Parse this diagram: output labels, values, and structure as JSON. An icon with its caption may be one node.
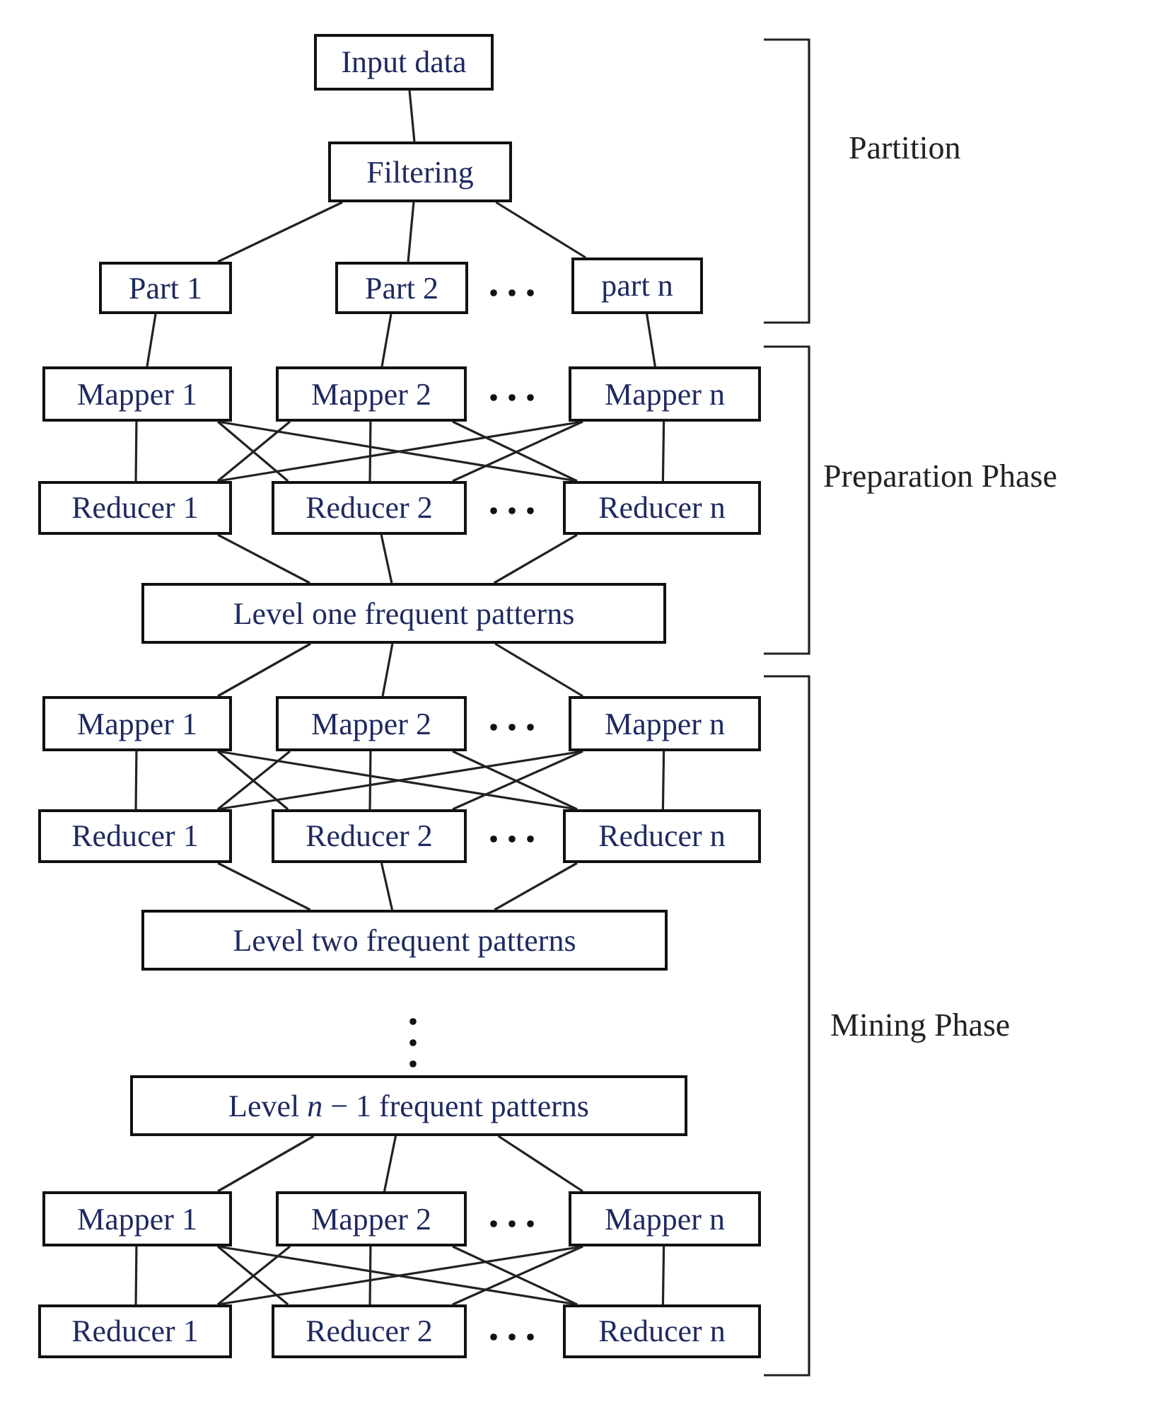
{
  "diagram": {
    "nodes": [
      {
        "text": [
          "Input data"
        ]
      },
      {
        "text": [
          "Filtering"
        ]
      },
      {
        "text": [
          "Part 1"
        ]
      },
      {
        "text": [
          "Part 2"
        ]
      },
      {
        "text": [
          "part n"
        ]
      },
      {
        "text": [
          "Mapper 1"
        ]
      },
      {
        "text": [
          "Mapper 2"
        ]
      },
      {
        "text": [
          "Mapper n"
        ]
      },
      {
        "text": [
          "Reducer 1"
        ]
      },
      {
        "text": [
          "Reducer 2"
        ]
      },
      {
        "text": [
          "Reducer n"
        ]
      },
      {
        "text": [
          "Level one frequent patterns"
        ]
      },
      {
        "text": [
          "Mapper 1"
        ]
      },
      {
        "text": [
          "Mapper 2"
        ]
      },
      {
        "text": [
          "Mapper n"
        ]
      },
      {
        "text": [
          "Reducer 1"
        ]
      },
      {
        "text": [
          "Reducer 2"
        ]
      },
      {
        "text": [
          "Reducer n"
        ]
      },
      {
        "text": [
          "Level two frequent patterns"
        ]
      },
      {
        "text": [
          "Level *n* − 1 frequent patterns"
        ]
      },
      {
        "text": [
          "Mapper 1"
        ]
      },
      {
        "text": [
          "Mapper 2"
        ]
      },
      {
        "text": [
          "Mapper n"
        ]
      },
      {
        "text": [
          "Reducer 1"
        ]
      },
      {
        "text": [
          "Reducer 2"
        ]
      },
      {
        "text": [
          "Reducer n"
        ]
      }
    ],
    "edges": [
      {
        "from": 0,
        "to": 1,
        "arrow": "none"
      },
      {
        "from": 1,
        "to": 2,
        "arrow": "none"
      },
      {
        "from": 1,
        "to": 3,
        "arrow": "none"
      },
      {
        "from": 1,
        "to": 4,
        "arrow": "none"
      },
      {
        "from": 2,
        "to": 5,
        "arrow": "none"
      },
      {
        "from": 3,
        "to": 6,
        "arrow": "none"
      },
      {
        "from": 4,
        "to": 7,
        "arrow": "none"
      },
      {
        "from": 5,
        "to": 8,
        "arrow": "none"
      },
      {
        "from": 5,
        "to": 9,
        "arrow": "none"
      },
      {
        "from": 5,
        "to": 10,
        "arrow": "none"
      },
      {
        "from": 6,
        "to": 8,
        "arrow": "none"
      },
      {
        "from": 6,
        "to": 9,
        "arrow": "none"
      },
      {
        "from": 6,
        "to": 10,
        "arrow": "none"
      },
      {
        "from": 7,
        "to": 8,
        "arrow": "none"
      },
      {
        "from": 7,
        "to": 9,
        "arrow": "none"
      },
      {
        "from": 7,
        "to": 10,
        "arrow": "none"
      },
      {
        "from": 8,
        "to": 11,
        "arrow": "none"
      },
      {
        "from": 9,
        "to": 11,
        "arrow": "none"
      },
      {
        "from": 10,
        "to": 11,
        "arrow": "none"
      },
      {
        "from": 11,
        "to": 12,
        "arrow": "none"
      },
      {
        "from": 11,
        "to": 13,
        "arrow": "none"
      },
      {
        "from": 11,
        "to": 14,
        "arrow": "none"
      },
      {
        "from": 12,
        "to": 15,
        "arrow": "none"
      },
      {
        "from": 12,
        "to": 16,
        "arrow": "none"
      },
      {
        "from": 12,
        "to": 17,
        "arrow": "none"
      },
      {
        "from": 13,
        "to": 15,
        "arrow": "none"
      },
      {
        "from": 13,
        "to": 16,
        "arrow": "none"
      },
      {
        "from": 13,
        "to": 17,
        "arrow": "none"
      },
      {
        "from": 14,
        "to": 15,
        "arrow": "none"
      },
      {
        "from": 14,
        "to": 16,
        "arrow": "none"
      },
      {
        "from": 14,
        "to": 17,
        "arrow": "none"
      },
      {
        "from": 15,
        "to": 18,
        "arrow": "none"
      },
      {
        "from": 16,
        "to": 18,
        "arrow": "none"
      },
      {
        "from": 17,
        "to": 18,
        "arrow": "none"
      },
      {
        "from": 19,
        "to": 20,
        "arrow": "none"
      },
      {
        "from": 19,
        "to": 21,
        "arrow": "none"
      },
      {
        "from": 19,
        "to": 22,
        "arrow": "none"
      },
      {
        "from": 20,
        "to": 23,
        "arrow": "none"
      },
      {
        "from": 20,
        "to": 24,
        "arrow": "none"
      },
      {
        "from": 20,
        "to": 25,
        "arrow": "none"
      },
      {
        "from": 21,
        "to": 23,
        "arrow": "none"
      },
      {
        "from": 21,
        "to": 24,
        "arrow": "none"
      },
      {
        "from": 21,
        "to": 25,
        "arrow": "none"
      },
      {
        "from": 22,
        "to": 23,
        "arrow": "none"
      },
      {
        "from": 22,
        "to": 24,
        "arrow": "none"
      },
      {
        "from": 22,
        "to": 25,
        "arrow": "none"
      }
    ],
    "labels": [
      "Partition",
      "Preparation Phase",
      "Mining Phase"
    ]
  }
}
